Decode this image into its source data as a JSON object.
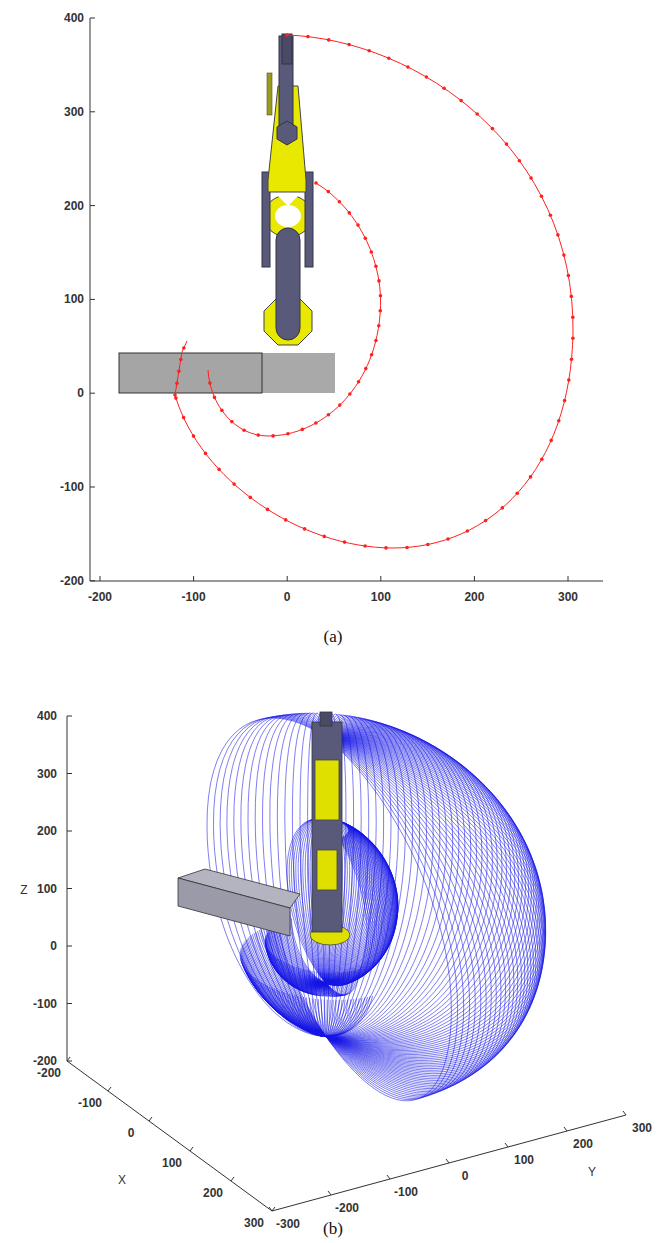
{
  "diagram": {
    "labels": [
      "400",
      "300",
      "200",
      "100",
      "0",
      "-100",
      "-200",
      "-200",
      "-100",
      "0",
      "100",
      "200",
      "300",
      "(a)",
      "400",
      "300",
      "200",
      "100",
      "0",
      "-100",
      "-200",
      "Z",
      "-200",
      "-100",
      "0",
      "100",
      "200",
      "300",
      "X",
      "-300",
      "-200",
      "-100",
      "0",
      "100",
      "200",
      "300",
      "Y",
      "(b)"
    ]
  }
}
